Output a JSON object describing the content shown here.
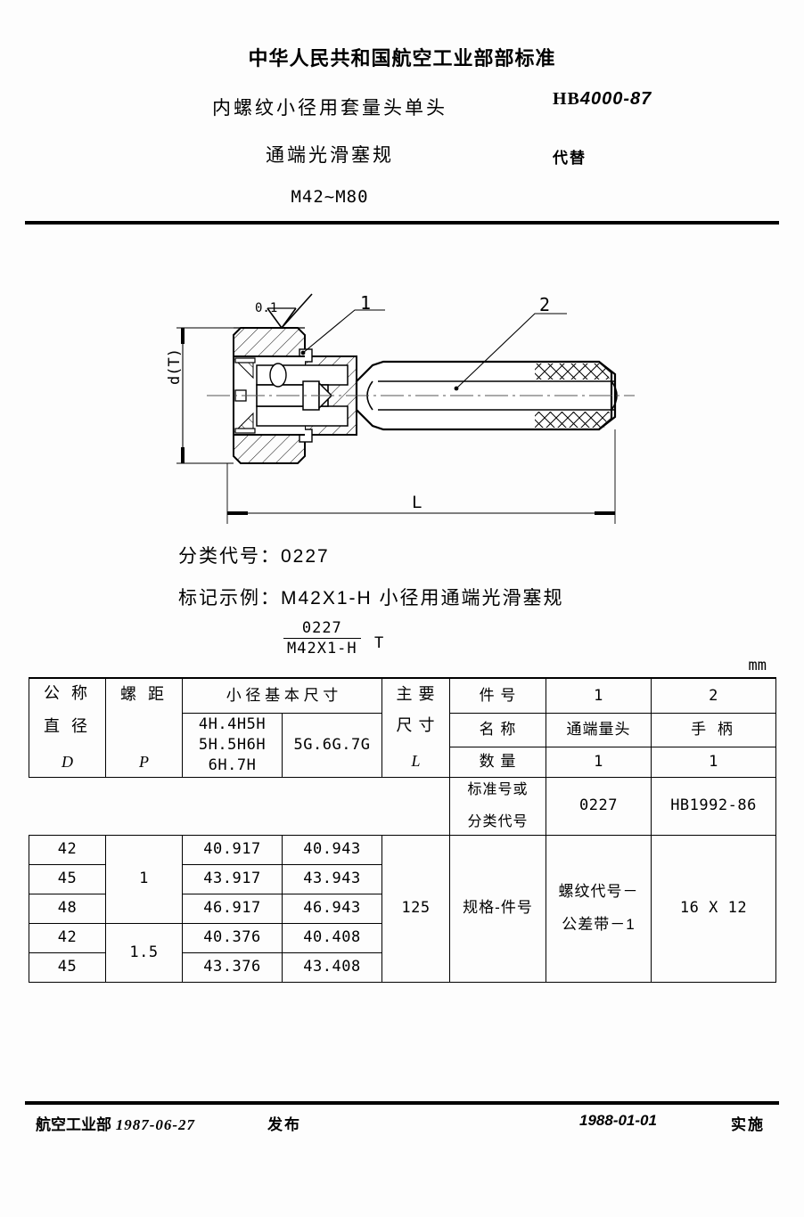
{
  "header": {
    "ministry_title": "中华人民共和国航空工业部部标准",
    "subtitle_line1": "内螺纹小径用套量头单头",
    "subtitle_line2": "通端光滑塞规",
    "subtitle_line3": "M42~M80",
    "standard_prefix": "HB",
    "standard_number": "4000-87",
    "replaces_label": "代替"
  },
  "drawing": {
    "part_label_1": "1",
    "part_label_2": "2",
    "roughness_value": "0.1",
    "dim_length_label": "L",
    "dim_diameter_label": "d(T)"
  },
  "notes": {
    "classification_code": "分类代号：0227",
    "marking_example": "标记示例：M42X1-H   小径用通端光滑塞规",
    "marking_fraction_numerator": "0227",
    "marking_fraction_denominator": "M42X1-H",
    "marking_fraction_suffix": "T"
  },
  "table": {
    "unit": "mm",
    "headers": {
      "nominal_diameter": "公 称",
      "nominal_diameter2": "直 径",
      "nominal_diameter_symbol": "D",
      "pitch": "螺 距",
      "pitch_symbol": "P",
      "minor_diameter_basic": "小 径 基 本 尺 寸",
      "tolerance_group_1_line1": "4H.4H5H",
      "tolerance_group_1_line2": "5H.5H6H",
      "tolerance_group_1_line3": "6H.7H",
      "tolerance_group_2": "5G.6G.7G",
      "main_dim_line1": "主 要",
      "main_dim_line2": "尺 寸",
      "main_dim_symbol": "L",
      "part_no_label": "件  号",
      "name_label": "名  称",
      "quantity_label": "数  量",
      "std_code_line1": "标准号或",
      "std_code_line2": "分类代号"
    },
    "parts": [
      {
        "number": "1",
        "name": "通端量头",
        "quantity": "1",
        "std_code": "0227",
        "spec": "螺纹代号－",
        "spec2": "公差带－1"
      },
      {
        "number": "2",
        "name": "手  柄",
        "quantity": "1",
        "std_code": "HB1992-86",
        "spec": "16 X 12",
        "spec2": ""
      }
    ],
    "spec_label": "规格-件号",
    "main_dim_value": "125",
    "rows": [
      {
        "D": "42",
        "P": "1",
        "d_H": "40.917",
        "d_G": "40.943"
      },
      {
        "D": "45",
        "P": "1",
        "d_H": "43.917",
        "d_G": "43.943"
      },
      {
        "D": "48",
        "P": "1",
        "d_H": "46.917",
        "d_G": "46.943"
      },
      {
        "D": "42",
        "P": "1.5",
        "d_H": "40.376",
        "d_G": "40.408"
      },
      {
        "D": "45",
        "P": "1.5",
        "d_H": "43.376",
        "d_G": "43.408"
      }
    ]
  },
  "footer": {
    "issuer": "航空工业部",
    "issue_date": "1987-06-27",
    "publish_label": "发布",
    "effective_date": "1988-01-01",
    "effective_label": "实施"
  }
}
